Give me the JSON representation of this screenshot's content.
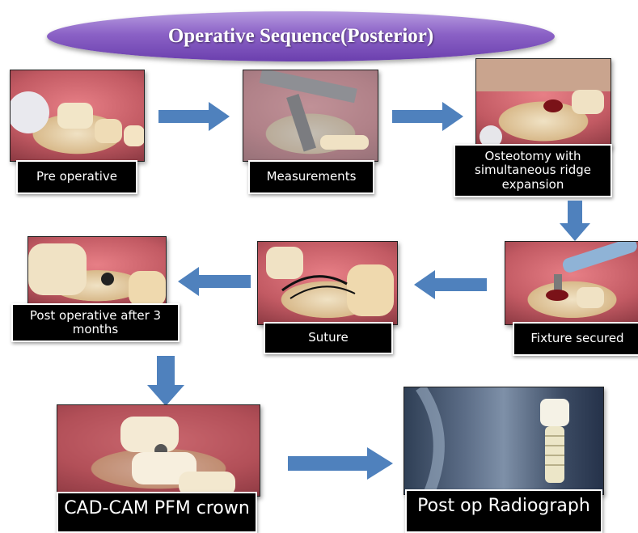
{
  "title": "Operative Sequence(Posterior)",
  "steps": {
    "pre_operative": "Pre operative",
    "measurements": "Measurements",
    "osteotomy": "Osteotomy with simultaneous ridge expansion",
    "fixture_secured": "Fixture secured",
    "suture": "Suture",
    "post_operative": "Post operative after 3 months",
    "cad_cam": "CAD-CAM PFM crown",
    "radiograph": "Post op Radiograph"
  },
  "colors": {
    "arrow": "#4f81bd",
    "title_oval": "#8b62c6",
    "label_bg": "#000000"
  }
}
